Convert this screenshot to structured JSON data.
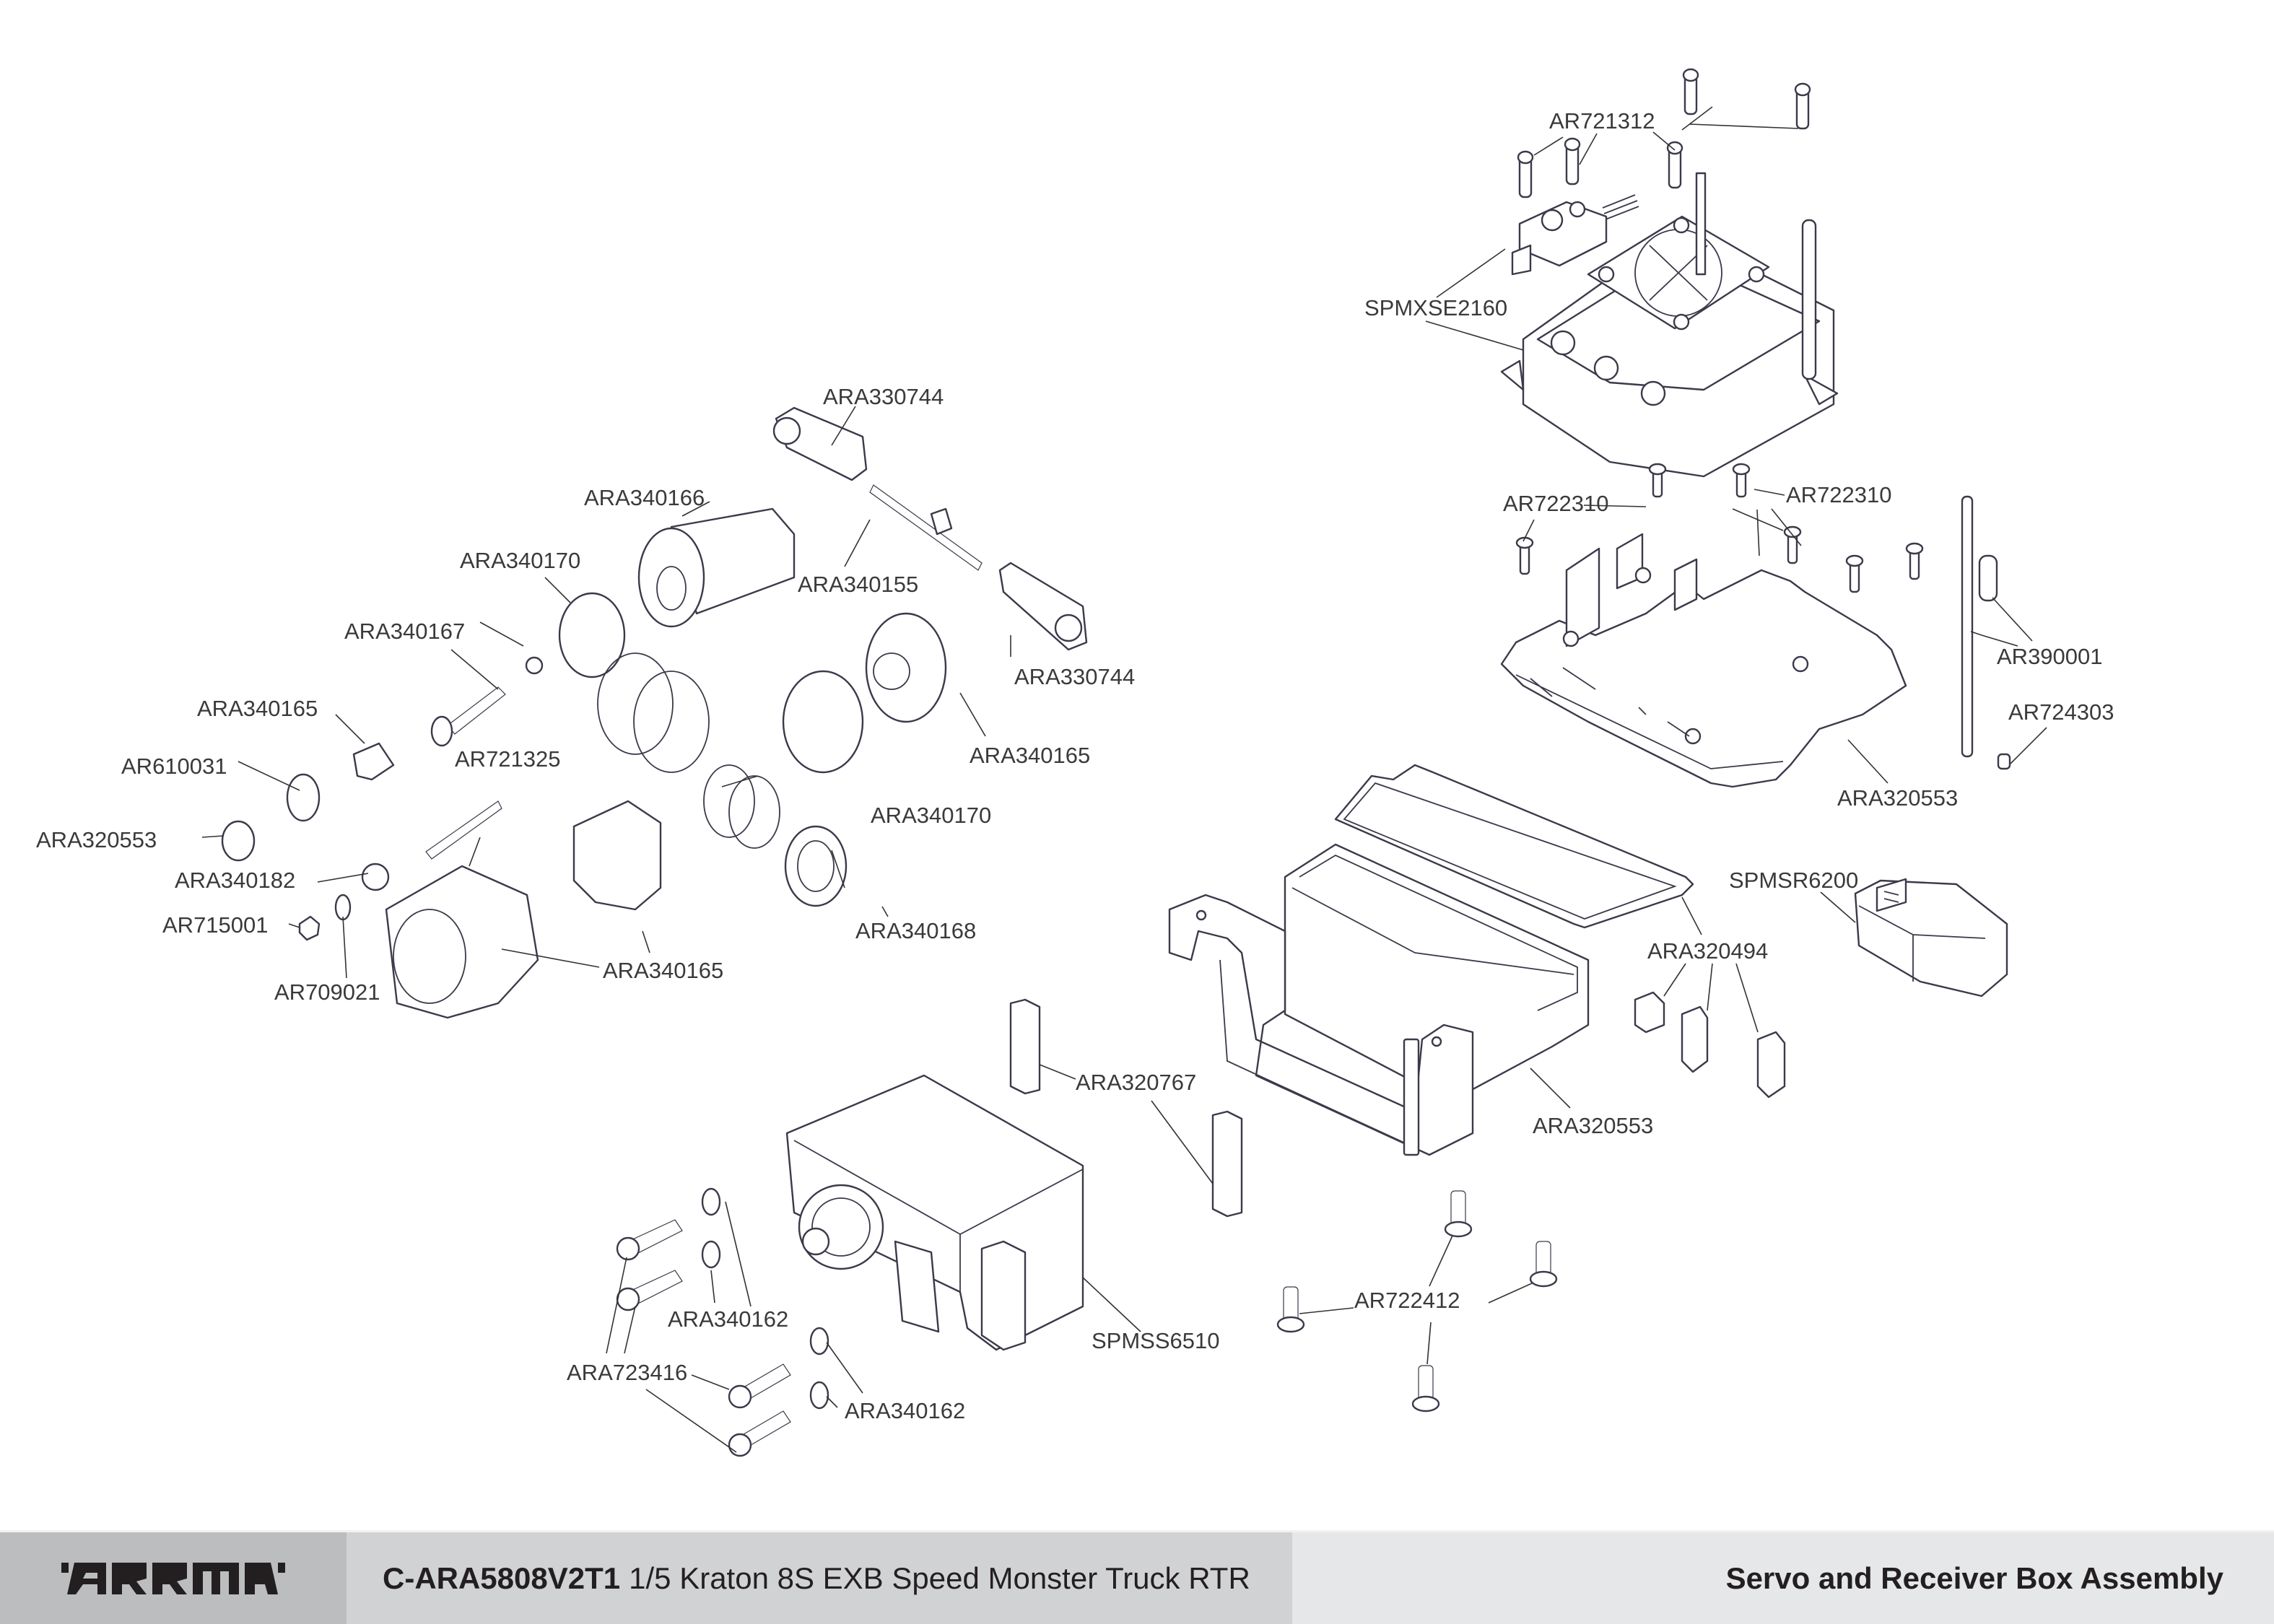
{
  "footer": {
    "brand": "ARRMA",
    "logo_icon": "arrma-logo",
    "product_code": "C-ARA5808V2T1",
    "product_name": "1/5 Kraton 8S EXB Speed Monster Truck RTR",
    "section_title": "Servo and Receiver Box Assembly"
  },
  "parts": {
    "ar721312": "AR721312",
    "spmxse2160": "SPMXSE2160",
    "ar722310_left": "AR722310",
    "ar722310_right": "AR722310",
    "ar390001": "AR390001",
    "ar724303": "AR724303",
    "ara320553_plate": "ARA320553",
    "spmsr6200": "SPMSR6200",
    "ara320494": "ARA320494",
    "ara320553_box": "ARA320553",
    "ara320767": "ARA320767",
    "ar722412": "AR722412",
    "spmss6510": "SPMSS6510",
    "ara340162_top": "ARA340162",
    "ara340162_bottom": "ARA340162",
    "ara723416": "ARA723416",
    "ara330744_top": "ARA330744",
    "ara340155": "ARA340155",
    "ara330744_bottom": "ARA330744",
    "ara340166": "ARA340166",
    "ara340170_top": "ARA340170",
    "ara340167": "ARA340167",
    "ara340165_insert": "ARA340165",
    "ar610031": "AR610031",
    "ar721325": "AR721325",
    "ara320553_left": "ARA320553",
    "ara340182": "ARA340182",
    "ar715001": "AR715001",
    "ar709021": "AR709021",
    "ara340165_saver": "ARA340165",
    "ara340165_top": "ARA340165",
    "ara340170_mid": "ARA340170",
    "ara340168": "ARA340168"
  }
}
